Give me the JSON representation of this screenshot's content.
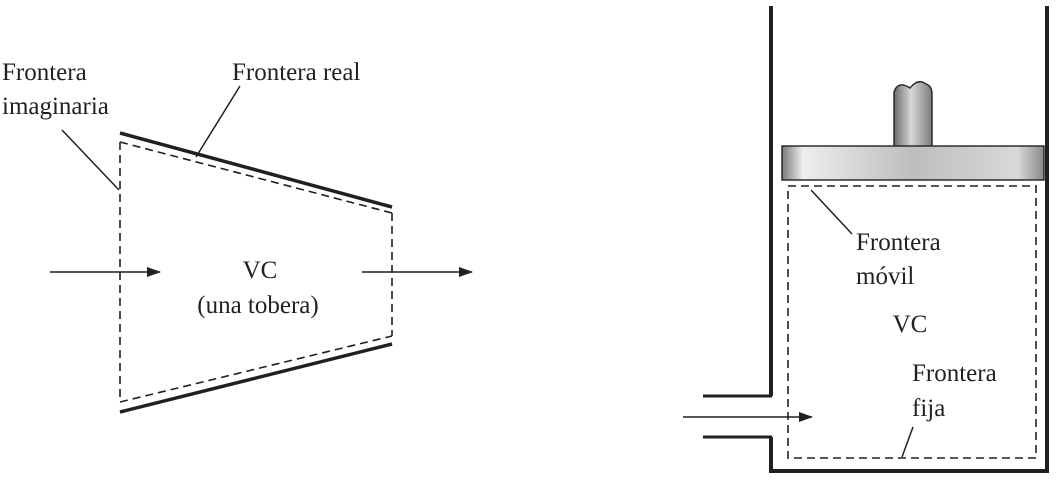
{
  "left_diagram": {
    "label_imaginary_line1": "Frontera",
    "label_imaginary_line2": "imaginaria",
    "label_real": "Frontera real",
    "cv_label": "VC",
    "cv_sublabel": "(una tobera)"
  },
  "right_diagram": {
    "label_moving_line1": "Frontera",
    "label_moving_line2": "móvil",
    "cv_label": "VC",
    "label_fixed_line1": "Frontera",
    "label_fixed_line2": "fija"
  },
  "colors": {
    "ink": "#231f20",
    "piston_dark": "#6f6f6f",
    "piston_light": "#e8e8e8"
  }
}
